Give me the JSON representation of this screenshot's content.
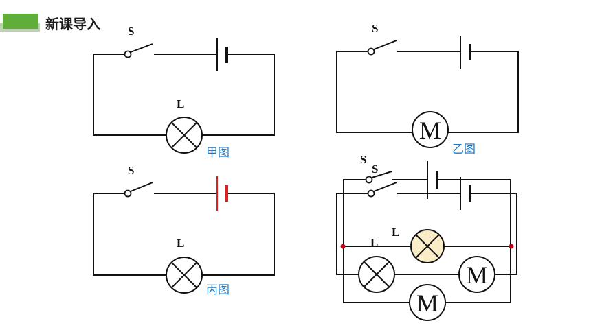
{
  "header": {
    "title": "新课导入",
    "accent_color": "#5fae3a"
  },
  "diagrams": {
    "jia": {
      "caption": "甲图",
      "switch_label": "S",
      "lamp_label": "L"
    },
    "yi": {
      "caption": "乙图",
      "switch_label": "S",
      "motor_label": "M"
    },
    "bing": {
      "caption": "丙图",
      "switch_label": "S",
      "lamp_label": "L",
      "battery_color": "#e02020"
    },
    "ding": {
      "switch1_label": "S",
      "switch2_label": "S",
      "lamp1_label": "L",
      "lamp2_label": "L",
      "motor1_label": "M",
      "motor2_label": "M",
      "lamp_fill": "#fbecc8",
      "junction_color": "#c0001a"
    }
  }
}
